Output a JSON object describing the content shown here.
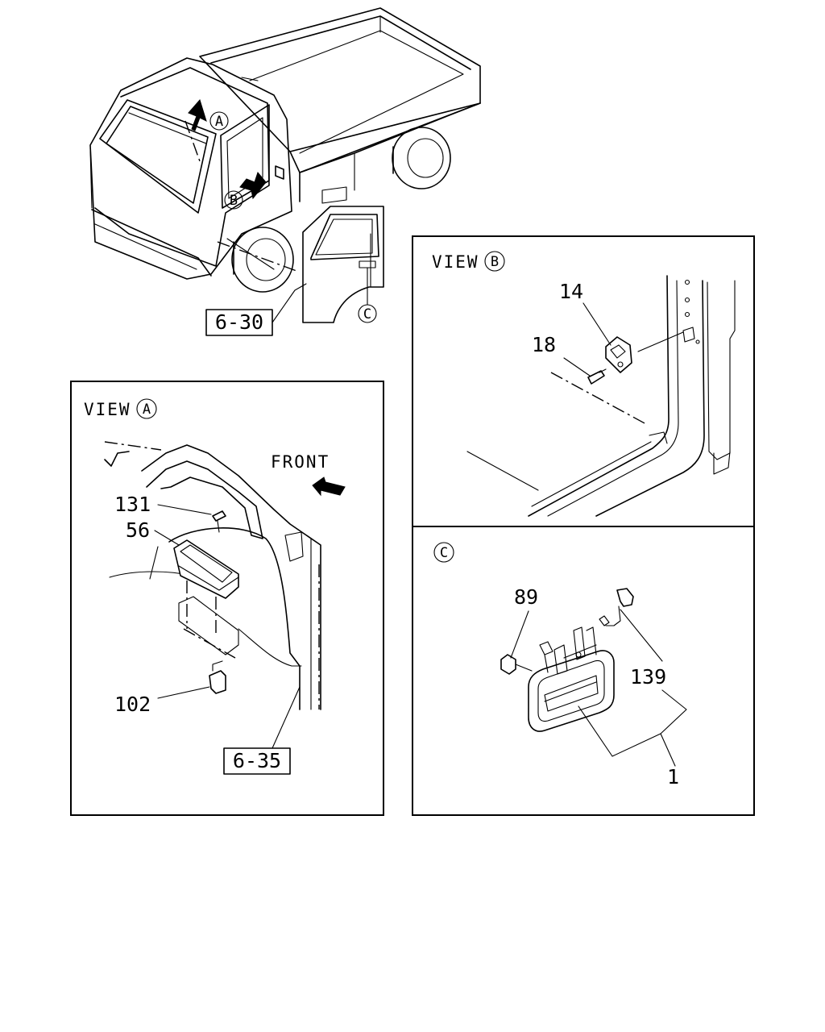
{
  "overview": {
    "ref_page": "6-30",
    "marker_a": "A",
    "marker_b": "B",
    "marker_c": "C"
  },
  "view_a": {
    "title_word": "VIEW",
    "title_marker": "A",
    "front_label": "FRONT",
    "ref_page": "6-35",
    "callouts": [
      "131",
      "56",
      "102"
    ]
  },
  "view_b": {
    "title_word": "VIEW",
    "title_marker": "B",
    "callouts": [
      "14",
      "18"
    ]
  },
  "detail_c": {
    "title_marker": "C",
    "callouts": [
      "89",
      "139",
      "1"
    ]
  }
}
